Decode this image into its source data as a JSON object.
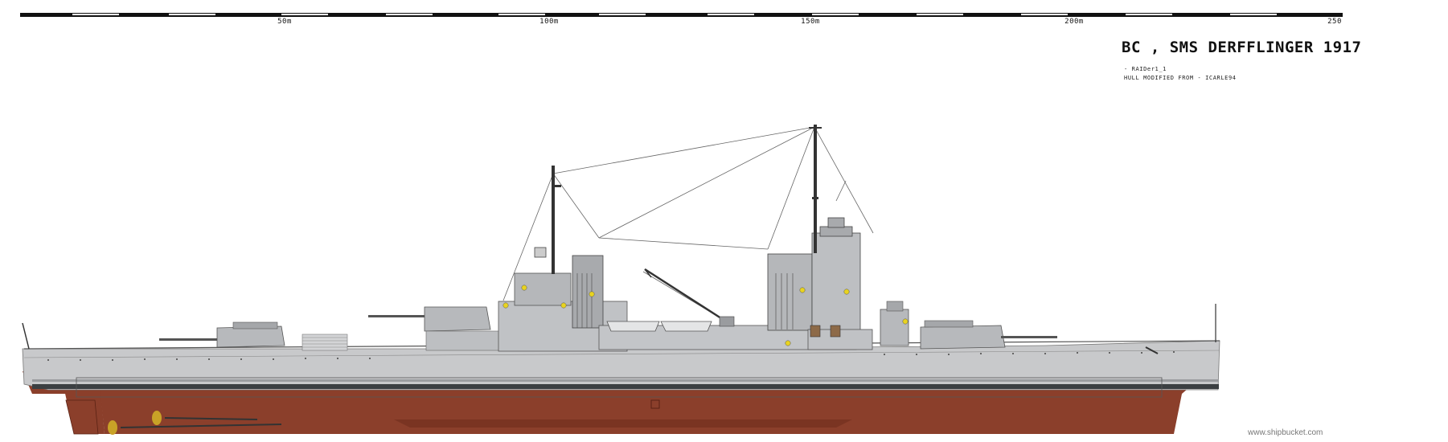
{
  "scale": {
    "ticks": [
      "50m",
      "100m",
      "150m",
      "200m",
      "250"
    ]
  },
  "title": "BC , SMS DERFFLINGER 1917",
  "credits": {
    "author": "- RAIDer1_1",
    "hull_note": "HULL MODIFIED FROM - ICARLE94"
  },
  "watermark": "www.shipbucket.com",
  "colors": {
    "hull_grey": "#c8c9cb",
    "superstructure_grey": "#b7b9bc",
    "antifouling_red": "#8b3f2b",
    "boot_topping": "#3b3f42",
    "highlight_yellow": "#e8d320",
    "propeller_gold": "#c9a227"
  }
}
